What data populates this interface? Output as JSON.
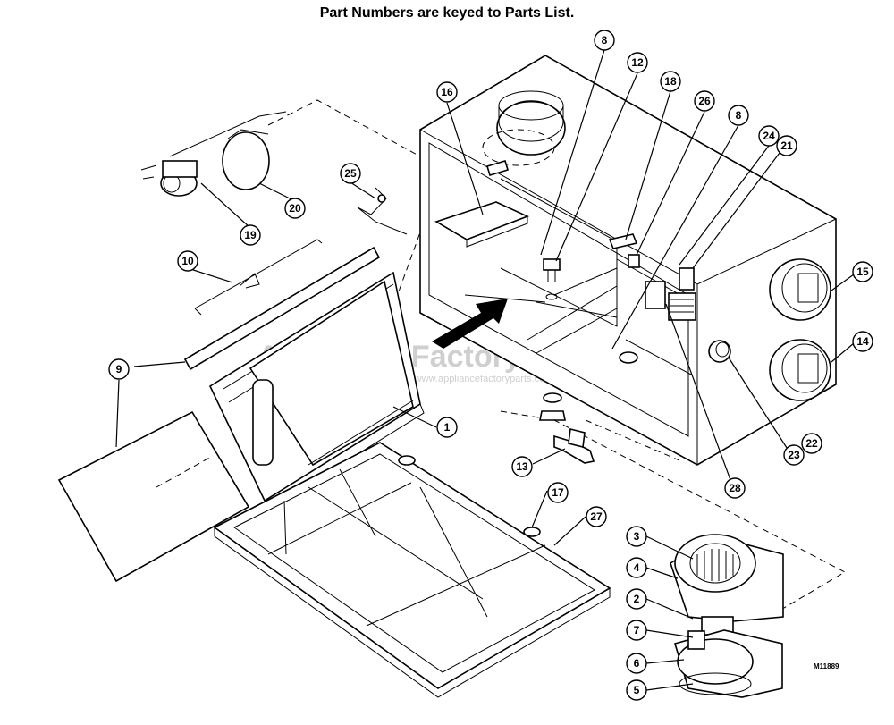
{
  "title": "Part Numbers are keyed to Parts List.",
  "watermark": {
    "brand": "Appliance Factory Parts",
    "url": "© http://www.appliancefactoryparts.com"
  },
  "drawing_code": "M11889",
  "callouts": [
    {
      "id": "c8a",
      "label": "8"
    },
    {
      "id": "c12",
      "label": "12"
    },
    {
      "id": "c16",
      "label": "16"
    },
    {
      "id": "c18",
      "label": "18"
    },
    {
      "id": "c26",
      "label": "26"
    },
    {
      "id": "c8b",
      "label": "8"
    },
    {
      "id": "c24",
      "label": "24"
    },
    {
      "id": "c21",
      "label": "21"
    },
    {
      "id": "c25",
      "label": "25"
    },
    {
      "id": "c20",
      "label": "20"
    },
    {
      "id": "c19",
      "label": "19"
    },
    {
      "id": "c10",
      "label": "10"
    },
    {
      "id": "c9",
      "label": "9"
    },
    {
      "id": "c1",
      "label": "1"
    },
    {
      "id": "c15",
      "label": "15"
    },
    {
      "id": "c14",
      "label": "14"
    },
    {
      "id": "c23",
      "label": "23"
    },
    {
      "id": "c22",
      "label": "22"
    },
    {
      "id": "c28",
      "label": "28"
    },
    {
      "id": "c13",
      "label": "13"
    },
    {
      "id": "c17",
      "label": "17"
    },
    {
      "id": "c27",
      "label": "27"
    },
    {
      "id": "c3",
      "label": "3"
    },
    {
      "id": "c4",
      "label": "4"
    },
    {
      "id": "c2",
      "label": "2"
    },
    {
      "id": "c7",
      "label": "7"
    },
    {
      "id": "c6",
      "label": "6"
    },
    {
      "id": "c5",
      "label": "5"
    }
  ]
}
